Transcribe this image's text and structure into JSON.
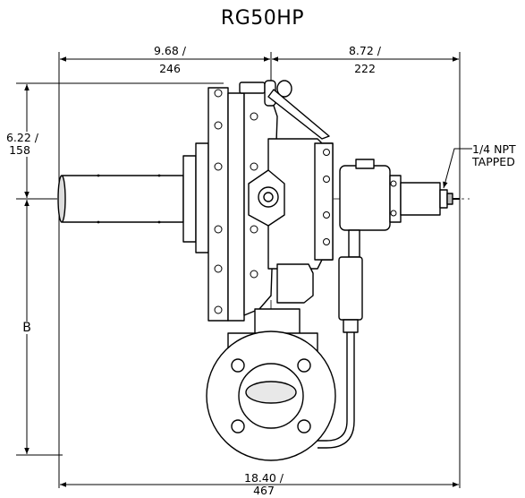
{
  "title": "RG50HP",
  "dimensions": {
    "top_left": {
      "imperial": "9.68 /",
      "metric": "246"
    },
    "top_right": {
      "imperial": "8.72 /",
      "metric": "222"
    },
    "left_upper": {
      "imperial": "6.22 /",
      "metric": "158"
    },
    "left_lower": {
      "label": "B"
    },
    "bottom": {
      "imperial": "18.40 /",
      "metric": "467"
    }
  },
  "callout": {
    "line1": "1/4 NPT",
    "line2": "TAPPED"
  }
}
